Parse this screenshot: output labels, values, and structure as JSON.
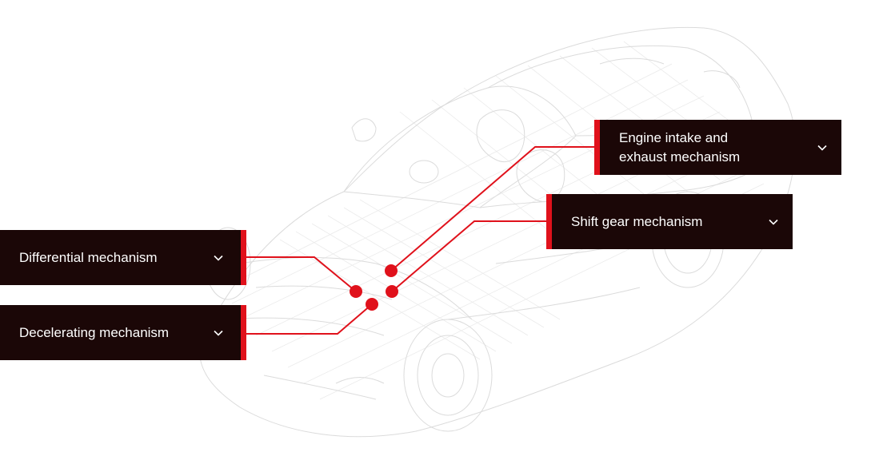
{
  "colors": {
    "accent": "#e0111b",
    "label_background": "#1b0707",
    "label_text": "#ffffff",
    "wireframe": "#c9c9c9"
  },
  "callouts": [
    {
      "id": "engine",
      "label_line1": "Engine intake and",
      "label_line2": "exhaust mechanism",
      "icon": "chevron-down-icon"
    },
    {
      "id": "shift",
      "label": "Shift gear mechanism",
      "icon": "chevron-down-icon"
    },
    {
      "id": "differential",
      "label": "Differential mechanism",
      "icon": "chevron-down-icon"
    },
    {
      "id": "decelerating",
      "label": "Decelerating mechanism",
      "icon": "chevron-down-icon"
    }
  ]
}
